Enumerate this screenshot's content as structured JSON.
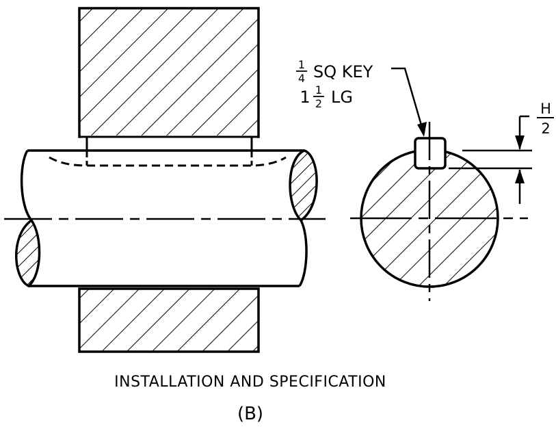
{
  "caption": {
    "title": "INSTALLATION AND SPECIFICATION",
    "subtitle": "(B)"
  },
  "key_callout": {
    "size_numerator": "1",
    "size_denominator": "4",
    "size_text": "SQ KEY",
    "length_whole": "1",
    "length_numerator": "1",
    "length_denominator": "2",
    "length_text": "LG"
  },
  "dimension": {
    "numerator": "H",
    "denominator": "2"
  }
}
